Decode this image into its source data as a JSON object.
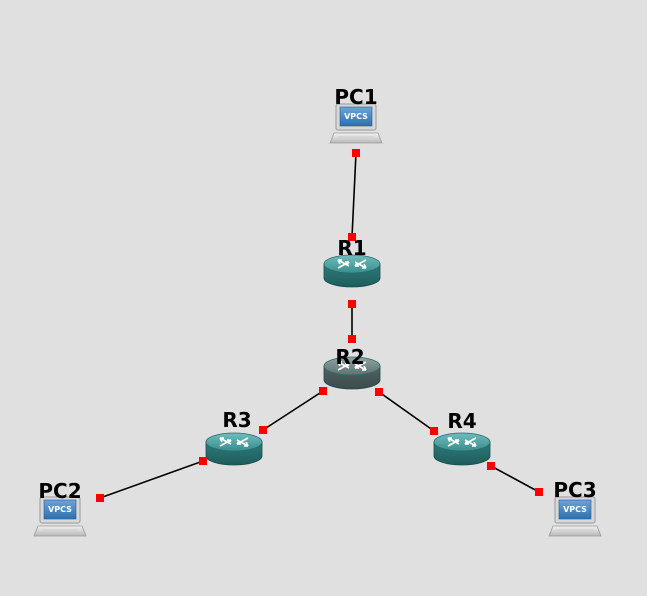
{
  "topology": {
    "background": "#e0e0e0",
    "link_color": "#000000",
    "port_color": "#ff0000",
    "router_color": "#3a8e8e",
    "router_selected_color": "#5f7272",
    "nodes": [
      {
        "id": "PC1",
        "label": "PC1",
        "type": "vpcs",
        "badge": "VPCS",
        "icon": "vpcs-pc-icon"
      },
      {
        "id": "PC2",
        "label": "PC2",
        "type": "vpcs",
        "badge": "VPCS",
        "icon": "vpcs-pc-icon"
      },
      {
        "id": "PC3",
        "label": "PC3",
        "type": "vpcs",
        "badge": "VPCS",
        "icon": "vpcs-pc-icon"
      },
      {
        "id": "R1",
        "label": "R1",
        "type": "router",
        "icon": "router-icon"
      },
      {
        "id": "R2",
        "label": "R2",
        "type": "router",
        "icon": "router-icon",
        "selected": true
      },
      {
        "id": "R3",
        "label": "R3",
        "type": "router",
        "icon": "router-icon"
      },
      {
        "id": "R4",
        "label": "R4",
        "type": "router",
        "icon": "router-icon"
      }
    ],
    "links": [
      {
        "from": "PC1",
        "to": "R1"
      },
      {
        "from": "R1",
        "to": "R2"
      },
      {
        "from": "R2",
        "to": "R3"
      },
      {
        "from": "R2",
        "to": "R4"
      },
      {
        "from": "R3",
        "to": "PC2"
      },
      {
        "from": "R4",
        "to": "PC3"
      }
    ]
  }
}
